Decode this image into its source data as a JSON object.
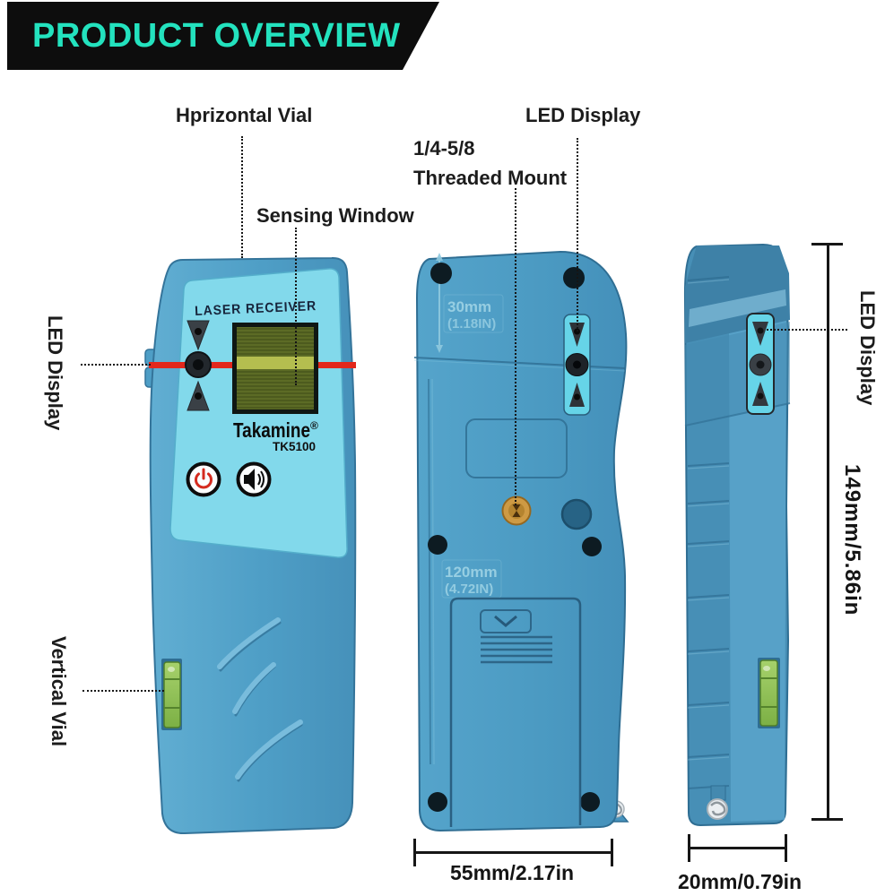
{
  "banner": {
    "title": "PRODUCT OVERVIEW"
  },
  "callouts": {
    "horizontal_vial": "Hprizontal Vial",
    "sensing_window": "Sensing Window",
    "led_display_back": "LED Display",
    "threaded_mount_line1": "1/4-5/8",
    "threaded_mount_line2": "Threaded Mount",
    "led_display_front": "LED Display",
    "vertical_vial": "Vertical Vial",
    "led_display_side": "LED Display"
  },
  "dimensions": {
    "device_height": "149mm/5.86in",
    "device_width": "55mm/2.17in",
    "device_depth": "20mm/0.79in",
    "sensor_offset_value": "30mm",
    "sensor_offset_inches": "(1.18IN)",
    "sensor_span_value": "120mm",
    "sensor_span_inches": "(4.72IN)"
  },
  "device": {
    "panel_title": "LASER RECEIVER",
    "brand": "Takamine",
    "brand_mark": "®",
    "model": "TK5100"
  },
  "colors": {
    "banner_bg": "#0D0D0D",
    "banner_text": "#23E2BE",
    "device_body": "#4E9EC6",
    "face_panel": "#82D9EB",
    "led_window": "#66D4E8",
    "lcd_screen": "#5C6B25",
    "lcd_band": "#B4BE4F",
    "laser_line": "#E2271B",
    "vial_green": "#8CC152",
    "brass_mount": "#CE9A44"
  }
}
